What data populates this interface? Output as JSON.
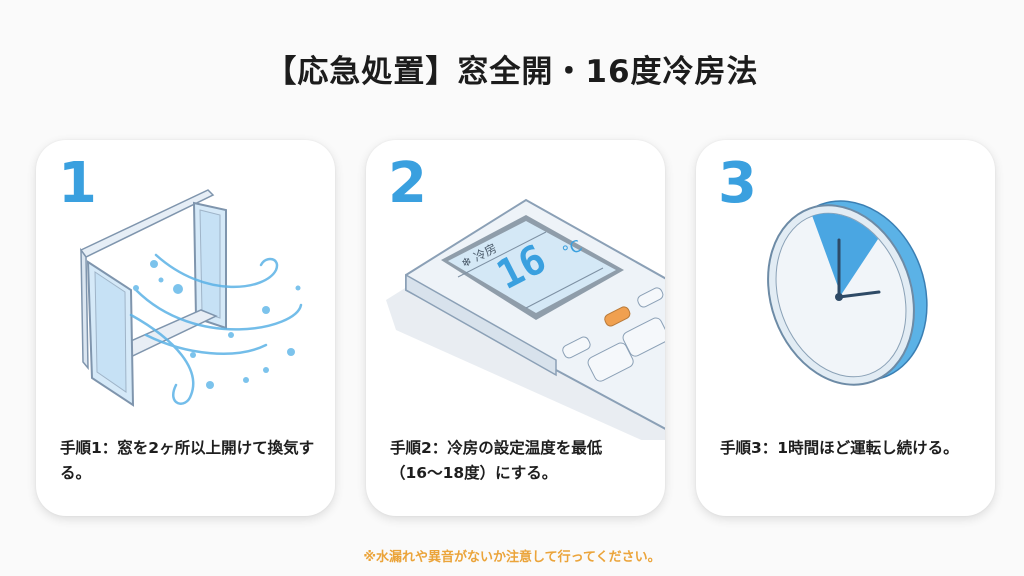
{
  "title": "【応急処置】窓全開・16度冷房法",
  "steps": [
    {
      "number": "1",
      "illustration": "open-window-with-airflow",
      "text": "手順1：窓を2ヶ所以上開けて換気する。"
    },
    {
      "number": "2",
      "illustration": "ac-remote-control",
      "display_mode": "冷房",
      "display_temp": "16",
      "display_unit": "°C",
      "text": "手順2：冷房の設定温度を最低（16〜18度）にする。"
    },
    {
      "number": "3",
      "illustration": "clock-one-hour",
      "text": "手順3：1時間ほど運転し続ける。"
    }
  ],
  "footer_note": "※水漏れや異音がないか注意して行ってください。",
  "colors": {
    "accent_blue": "#3aa0df",
    "note_orange": "#eba43a",
    "remote_button_orange": "#f0a050",
    "text": "#1e1e1e"
  }
}
